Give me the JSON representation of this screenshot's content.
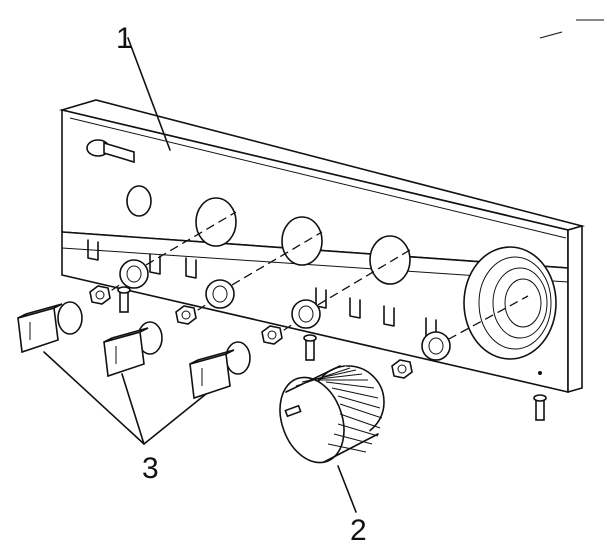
{
  "callouts": [
    {
      "id": "1",
      "label": "1"
    },
    {
      "id": "2",
      "label": "2"
    },
    {
      "id": "3",
      "label": "3"
    }
  ],
  "colors": {
    "ink": "#111111",
    "background": "#ffffff"
  }
}
